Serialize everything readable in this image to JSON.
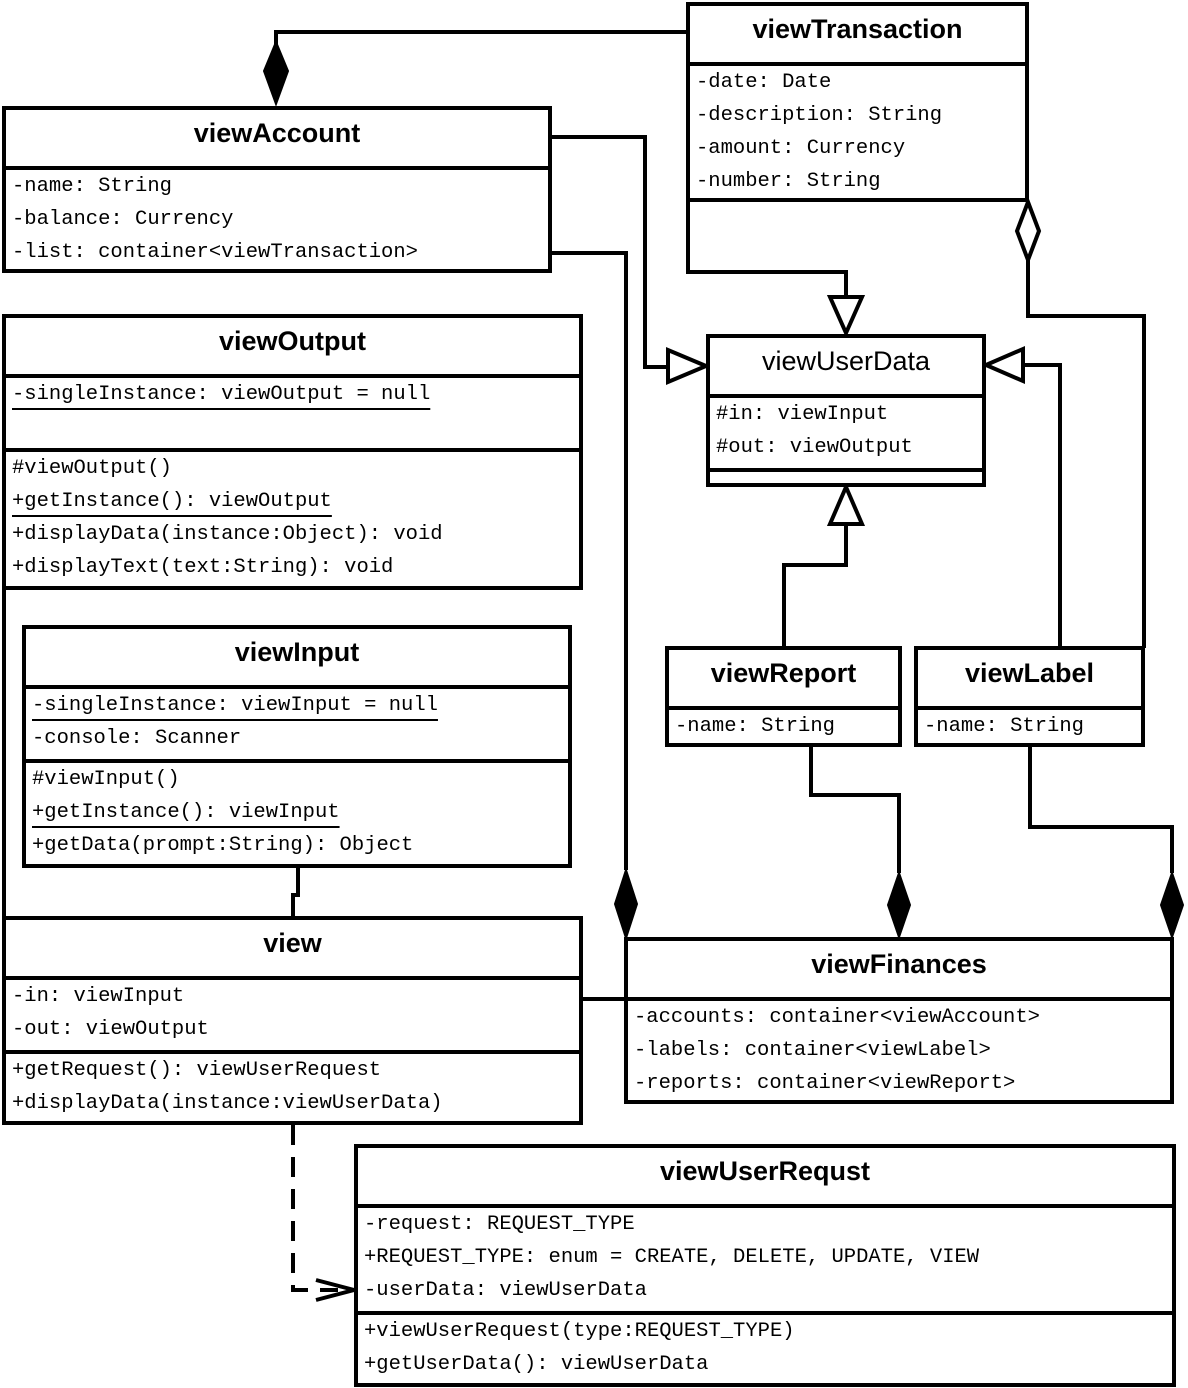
{
  "classes": {
    "viewTransaction": {
      "name": "viewTransaction",
      "attributes": [
        "-date: Date",
        "-description: String",
        "-amount: Currency",
        "-number: String"
      ]
    },
    "viewAccount": {
      "name": "viewAccount",
      "attributes": [
        "-name: String",
        "-balance: Currency",
        "-list: container<viewTransaction>"
      ]
    },
    "viewOutput": {
      "name": "viewOutput",
      "attributes": [
        "-singleInstance: viewOutput = null"
      ],
      "operations": [
        "#viewOutput()",
        "+getInstance(): viewOutput",
        "+displayData(instance:Object): void",
        "+displayText(text:String): void"
      ]
    },
    "viewInput": {
      "name": "viewInput",
      "attributes": [
        "-singleInstance: viewInput = null",
        "-console: Scanner"
      ],
      "operations": [
        "#viewInput()",
        "+getInstance(): viewInput",
        "+getData(prompt:String): Object"
      ]
    },
    "viewUserData": {
      "name": "viewUserData",
      "attributes": [
        "#in: viewInput",
        "#out: viewOutput"
      ]
    },
    "viewReport": {
      "name": "viewReport",
      "attributes": [
        "-name: String"
      ]
    },
    "viewLabel": {
      "name": "viewLabel",
      "attributes": [
        "-name: String"
      ]
    },
    "view": {
      "name": "view",
      "attributes": [
        "-in: viewInput",
        "-out: viewOutput"
      ],
      "operations": [
        "+getRequest(): viewUserRequest",
        "+displayData(instance:viewUserData)"
      ]
    },
    "viewFinances": {
      "name": "viewFinances",
      "attributes": [
        "-accounts: container<viewAccount>",
        "-labels: container<viewLabel>",
        "-reports: container<viewReport>"
      ]
    },
    "viewUserRequst": {
      "name": "viewUserRequst",
      "attributes": [
        "-request: REQUEST_TYPE",
        "+REQUEST_TYPE: enum = CREATE, DELETE, UPDATE, VIEW",
        "-userData: viewUserData"
      ],
      "operations": [
        "+viewUserRequest(type:REQUEST_TYPE)",
        "+getUserData(): viewUserData"
      ]
    }
  },
  "relationships": [
    {
      "from": "viewTransaction",
      "to": "viewAccount",
      "kind": "composition"
    },
    {
      "from": "viewAccount",
      "to": "viewUserData",
      "kind": "generalization"
    },
    {
      "from": "viewTransaction",
      "to": "viewUserData",
      "kind": "generalization"
    },
    {
      "from": "viewLabel",
      "to": "viewUserData",
      "kind": "generalization"
    },
    {
      "from": "viewReport",
      "to": "viewUserData",
      "kind": "generalization"
    },
    {
      "from": "viewLabel",
      "to": "viewTransaction",
      "kind": "aggregation"
    },
    {
      "from": "viewAccount",
      "to": "viewFinances",
      "kind": "composition"
    },
    {
      "from": "viewReport",
      "to": "viewFinances",
      "kind": "composition"
    },
    {
      "from": "viewLabel",
      "to": "viewFinances",
      "kind": "composition"
    },
    {
      "from": "viewOutput",
      "to": "view",
      "kind": "association"
    },
    {
      "from": "viewInput",
      "to": "view",
      "kind": "association"
    },
    {
      "from": "view",
      "to": "viewFinances",
      "kind": "association"
    },
    {
      "from": "view",
      "to": "viewUserRequst",
      "kind": "dependency"
    }
  ]
}
